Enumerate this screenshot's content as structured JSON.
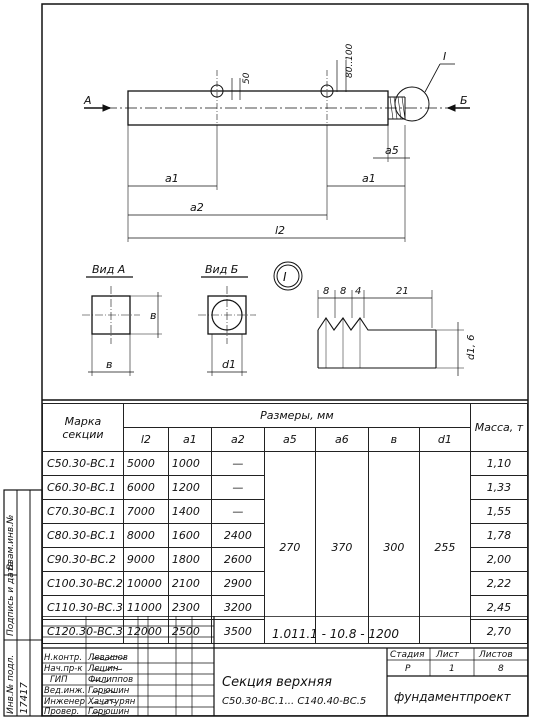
{
  "drawing": {
    "view_arrow_left": "A",
    "view_arrow_right": "Б",
    "detail_marker": "I",
    "dim_50": "50",
    "dim_80_100": "80..100",
    "dim_a5": "a5",
    "dim_a1_left": "a1",
    "dim_a1_right": "a1",
    "dim_a2": "a2",
    "dim_l2": "l2",
    "view_a_label": "Вид А",
    "view_b_label": "Вид Б",
    "dim_b_side": "в",
    "dim_b_bottom": "в",
    "dim_d1_bottom": "d1",
    "detail_8a": "8",
    "detail_8b": "8",
    "detail_4": "4",
    "detail_21": "21",
    "detail_d1_6": "d1, 6"
  },
  "table": {
    "header_mark": "Марка секции",
    "header_sizes": "Размеры, мм",
    "header_mass": "Масса, т",
    "col_l2": "l2",
    "col_a1": "a1",
    "col_a2": "a2",
    "col_a5": "a5",
    "col_a6": "a6",
    "col_b": "в",
    "col_d1": "d1",
    "rows": [
      {
        "mark": "С50.30-ВС.1",
        "l2": "5000",
        "a1": "1000",
        "a2": "—",
        "mass": "1,10"
      },
      {
        "mark": "С60.30-ВС.1",
        "l2": "6000",
        "a1": "1200",
        "a2": "—",
        "mass": "1,33"
      },
      {
        "mark": "С70.30-ВС.1",
        "l2": "7000",
        "a1": "1400",
        "a2": "—",
        "mass": "1,55"
      },
      {
        "mark": "С80.30-ВС.1",
        "l2": "8000",
        "a1": "1600",
        "a2": "2400",
        "mass": "1,78"
      },
      {
        "mark": "С90.30-ВС.2",
        "l2": "9000",
        "a1": "1800",
        "a2": "2600",
        "mass": "2,00"
      },
      {
        "mark": "С100.30-ВС.2",
        "l2": "10000",
        "a1": "2100",
        "a2": "2900",
        "mass": "2,22"
      },
      {
        "mark": "С110.30-ВС.3",
        "l2": "11000",
        "a1": "2300",
        "a2": "3200",
        "mass": "2,45"
      },
      {
        "mark": "С120.30-ВС.3",
        "l2": "12000",
        "a1": "2500",
        "a2": "3500",
        "mass": "2,70"
      }
    ],
    "a5": "270",
    "a6": "370",
    "b": "300",
    "d1": "255"
  },
  "stamp": {
    "code": "1.011.1 - 10.8 - 1200",
    "title_line1": "Секция верхняя",
    "title_line2": "С50.30-ВС.1... С140.40-ВС.5",
    "stage_label": "Стадия",
    "sheet_label": "Лист",
    "sheets_label": "Листов",
    "stage": "Р",
    "sheet": "1",
    "sheets": "8",
    "org": "фундаментпроект",
    "roles": [
      {
        "role": "Н.контр.",
        "name": "Левашов"
      },
      {
        "role": "Нач.пр-к",
        "name": "Лешин"
      },
      {
        "role": "ГИП",
        "name": "Филиппов"
      },
      {
        "role": "Вед.инж.",
        "name": "Горюшин"
      },
      {
        "role": "Инженер",
        "name": "Хачатурян"
      },
      {
        "role": "Провер.",
        "name": "Горюшин"
      }
    ]
  },
  "sidebar": {
    "field1": "Инв.№ подл.",
    "field2": "Подпись и дата",
    "field3": "Взам.инв.№",
    "inv_number": "17417"
  }
}
